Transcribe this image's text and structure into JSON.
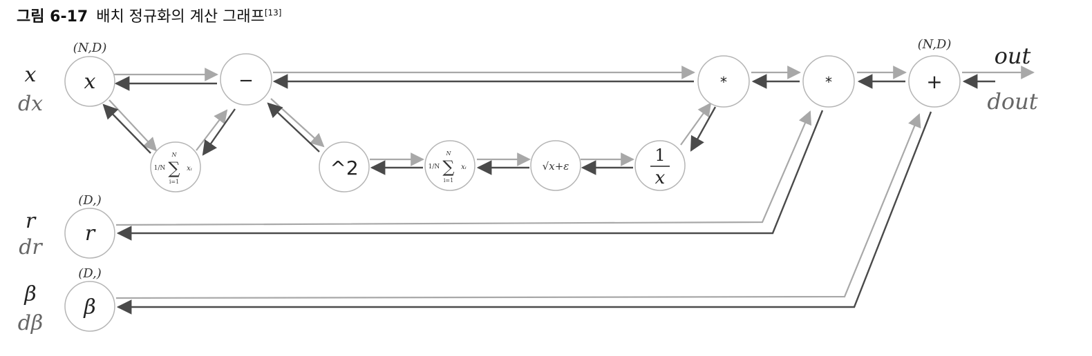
{
  "caption": {
    "number": "그림 6-17",
    "title": "배치 정규화의 계산 그래프",
    "ref": "[13]"
  },
  "nodes": {
    "x": "x",
    "r": "r",
    "beta": "β",
    "sub": "−",
    "mean1_frac": "1/N",
    "mean1_sum": "∑",
    "mean1_top": "N",
    "mean1_var": "xᵢ",
    "mean1_bottom": "i=1",
    "sq": "^2",
    "mean2_frac": "1/N",
    "mean2_sum": "∑",
    "mean2_top": "N",
    "mean2_var": "xᵢ",
    "mean2_bottom": "i=1",
    "sqrt": "√x+ε",
    "inv_num": "1",
    "inv_den": "x",
    "mul1": "*",
    "mul2": "*",
    "add": "+"
  },
  "shapes": {
    "x": "(N,D)",
    "r": "(D,)",
    "beta": "(D,)",
    "out": "(N,D)"
  },
  "side_labels": {
    "x": "x",
    "dx": "dx",
    "r": "r",
    "dr": "dr",
    "beta": "β",
    "dbeta": "dβ",
    "out": "out",
    "dout": "dout"
  },
  "colors": {
    "forward_arrow": "#a8a8a8",
    "backward_arrow": "#4a4a4a",
    "node_border": "#b5b5b5"
  }
}
